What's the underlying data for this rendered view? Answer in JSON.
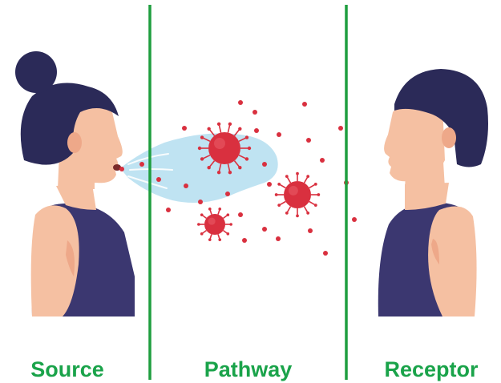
{
  "labels": {
    "source": "Source",
    "pathway": "Pathway",
    "receptor": "Receptor"
  },
  "colors": {
    "label_green": "#1aa34a",
    "divider_green": "#1f9e3f",
    "hair": "#2b2a58",
    "skin": "#f5c0a2",
    "skin_shadow": "#eea889",
    "top": "#3b3770",
    "breath": "#bfe3f2",
    "virus": "#d9303f"
  },
  "icons": [
    "woman-source-figure",
    "breath-cloud",
    "virus-particle",
    "woman-receptor-figure"
  ]
}
